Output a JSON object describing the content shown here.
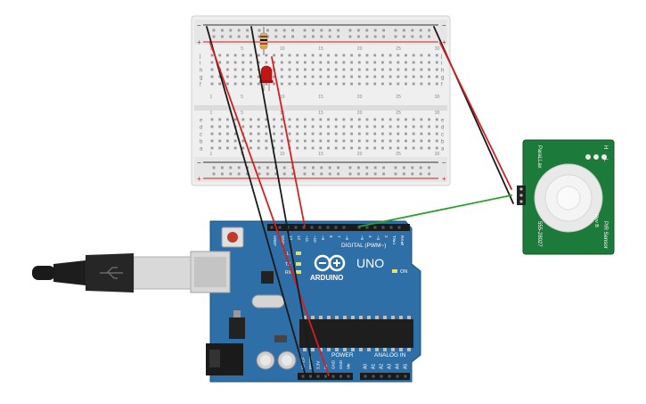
{
  "arduino": {
    "brand": "ARDUINO",
    "model": "UNO",
    "digital_header": "DIGITAL (PWM~)",
    "power_header": "POWER",
    "analog_header": "ANALOG IN",
    "on_led_label": "ON",
    "tx_label": "TX",
    "rx_label": "RX",
    "l_label": "L",
    "digital_pins": [
      "AREF",
      "GND",
      "13",
      "12",
      "~11",
      "~10",
      "~9",
      "8",
      "7",
      "~6",
      "~5",
      "4",
      "~3",
      "2",
      "TX▸1",
      "RX◂0"
    ],
    "power_pins": [
      "IOREF",
      "RESET",
      "3.3V",
      "5V",
      "GND",
      "GND",
      "Vin"
    ],
    "analog_pins": [
      "A0",
      "A1",
      "A2",
      "A3",
      "A4",
      "A5"
    ]
  },
  "breadboard": {
    "row_letters_top": [
      "j",
      "i",
      "h",
      "g",
      "f"
    ],
    "row_letters_bottom": [
      "e",
      "d",
      "c",
      "b",
      "a"
    ],
    "column_numbers": [
      "1",
      "5",
      "10",
      "15",
      "20",
      "25",
      "30"
    ],
    "plus": "+",
    "minus": "−"
  },
  "pir_sensor": {
    "title": "PIR Sensor",
    "subtitle": "Rev B",
    "brand": "ParaLLax",
    "part_number": "555-28027",
    "jumper_labels": [
      "L",
      "H"
    ]
  },
  "colors": {
    "board": "#2f6fa8",
    "breadboard": "#efefef",
    "pir_board": "#1c7a3a",
    "wire_red": "#d41f1f",
    "wire_black": "#1a1a1a",
    "wire_green": "#2aa12a",
    "led": "#c31515"
  }
}
